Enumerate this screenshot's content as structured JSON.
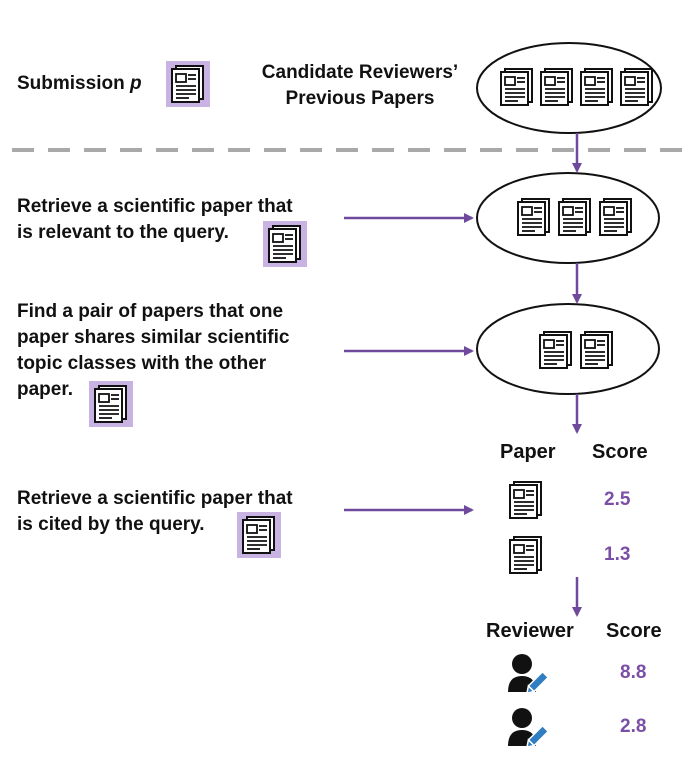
{
  "submission": {
    "label": "Submission",
    "var": "p"
  },
  "candidates": {
    "line1": "Candidate Reviewers’",
    "line2": "Previous Papers"
  },
  "steps": [
    {
      "line1": "Retrieve a scientific paper that",
      "line2": "is relevant to the query."
    },
    {
      "line1": "Find a pair of papers that one",
      "line2": "paper shares similar scientific",
      "line3": "topic classes with the other",
      "line4": "paper."
    },
    {
      "line1": "Retrieve a scientific paper that",
      "line2": "is cited by the query."
    }
  ],
  "paper_table": {
    "col1": "Paper",
    "col2": "Score",
    "scores": [
      "2.5",
      "1.3"
    ]
  },
  "reviewer_table": {
    "col1": "Reviewer",
    "col2": "Score",
    "scores": [
      "8.8",
      "2.8"
    ]
  },
  "colors": {
    "arrow": "#6f4a9c",
    "highlight": "#c9b3e2",
    "score": "#7b4fa5",
    "divider": "#a9a9a9"
  },
  "icons": {
    "paper": "document-icon",
    "reviewer": "reviewer-pen-icon"
  }
}
